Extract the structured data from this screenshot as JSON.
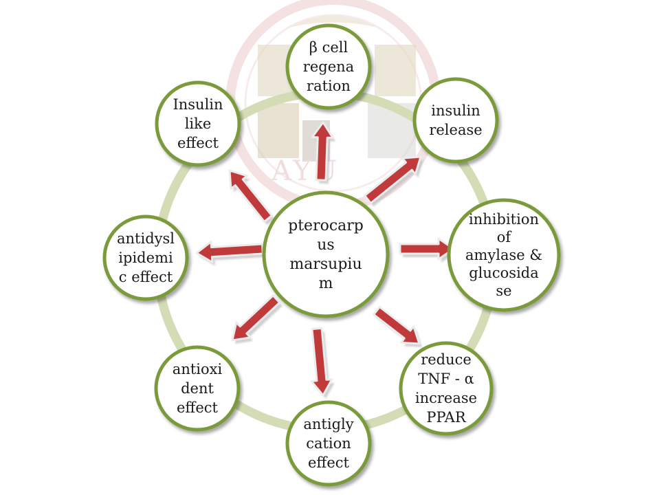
{
  "center": {
    "lines": [
      "pterocarp",
      "us",
      "marsupiu",
      "m"
    ]
  },
  "nodes": [
    {
      "id": "beta-cell-regeneration",
      "lines": [
        "β cell",
        "regena",
        "ration"
      ]
    },
    {
      "id": "insulin-release",
      "lines": [
        "insulin",
        "release"
      ]
    },
    {
      "id": "inhibition-amylase-glucosidase",
      "lines": [
        "inhibition",
        "of",
        "amylase &",
        "glucosida",
        "se"
      ]
    },
    {
      "id": "reduce-tnf-increase-ppar",
      "lines": [
        "reduce",
        "TNF - α",
        "increase",
        "PPAR"
      ]
    },
    {
      "id": "antiglycation-effect",
      "lines": [
        "antigly",
        "cation",
        "effect"
      ]
    },
    {
      "id": "antioxidant-effect",
      "lines": [
        "antioxi",
        "dent",
        "effect"
      ]
    },
    {
      "id": "antidyslipidemic-effect",
      "lines": [
        "antidysl",
        "ipidemi",
        "c effect"
      ]
    },
    {
      "id": "insulin-like-effect",
      "lines": [
        "Insulin",
        "like",
        "effect"
      ]
    }
  ],
  "watermark": {
    "text": "AYU"
  },
  "colors": {
    "node_border": "#7a9a3a",
    "ring": "#d3dcb4",
    "arrow": "#c0393b",
    "arrow_edge": "#ececec",
    "watermark": "#e7bcbc"
  }
}
